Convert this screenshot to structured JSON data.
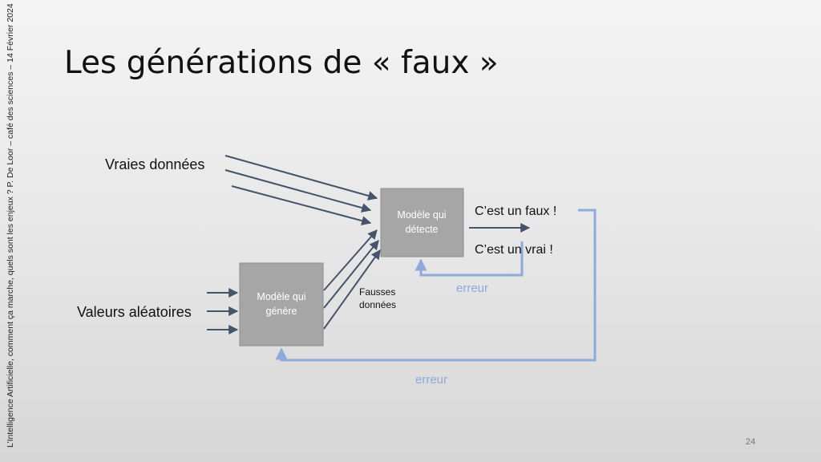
{
  "slide": {
    "sidebar_text": "L’Intelligence Artificielle, comment ça marche, quels sont les enjeux ? P. De Loor – café des sciences – 14 Février 2024",
    "title": "Les générations de « faux »",
    "page_number": "24"
  },
  "diagram": {
    "input_real": "Vraies données",
    "input_random": "Valeurs aléatoires",
    "generator_line1": "Modèle qui",
    "generator_line2": "génère",
    "detector_line1": "Modèle qui",
    "detector_line2": "détecte",
    "fake_data_line1": "Fausses",
    "fake_data_line2": "données",
    "output_fake": "C’est un faux !",
    "output_real": "C’est un vrai !",
    "error_detector": "erreur",
    "error_generator": "erreur"
  },
  "colors": {
    "arrow": "#44546a",
    "feedback": "#8eaadb",
    "box": "#a6a6a6"
  }
}
